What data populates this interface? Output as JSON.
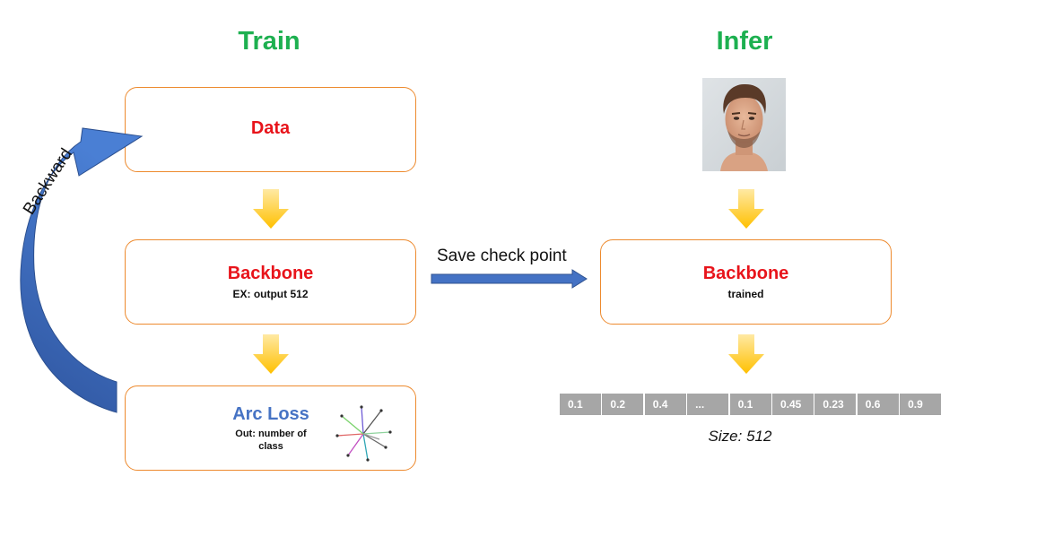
{
  "train": {
    "title": "Train",
    "data_box": {
      "label": "Data"
    },
    "backbone_box": {
      "label": "Backbone",
      "sublabel": "EX: output 512"
    },
    "arcloss_box": {
      "label": "Arc Loss",
      "sublabel_line1": "Out: number of",
      "sublabel_line2": "class"
    },
    "backward_label": "Backward"
  },
  "save_checkpoint_label": "Save check point",
  "infer": {
    "title": "Infer",
    "backbone_box": {
      "label": "Backbone",
      "sublabel": "trained"
    },
    "embedding": {
      "cells": [
        "0.1",
        "0.2",
        "0.4",
        "...",
        "0.1",
        "0.45",
        "0.23",
        "0.6",
        "0.9"
      ],
      "size_caption": "Size: 512"
    }
  },
  "colors": {
    "title_green": "#1db050",
    "label_red": "#e8141b",
    "arcloss_blue": "#4673c4",
    "box_border_orange": "#ed8a2e",
    "flow_arrow_yellow": "#ffc000",
    "arrow_blue": "#4472c4",
    "vector_cell_gray": "#a6a6a6"
  }
}
